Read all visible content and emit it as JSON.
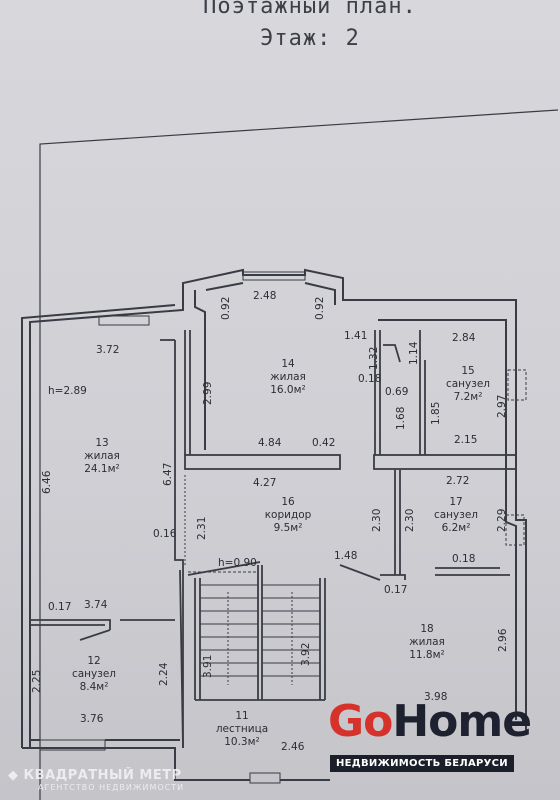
{
  "header": {
    "title": "Поэтажный план.",
    "floor": "Этаж: 2"
  },
  "rooms": [
    {
      "id": "14",
      "type": "жилая",
      "area": "16.0м²"
    },
    {
      "id": "15",
      "type": "санузел",
      "area": "7.2м²"
    },
    {
      "id": "13",
      "type": "жилая",
      "area": "24.1м²"
    },
    {
      "id": "16",
      "type": "коридор",
      "area": "9.5м²"
    },
    {
      "id": "17",
      "type": "санузел",
      "area": "6.2м²"
    },
    {
      "id": "18",
      "type": "жилая",
      "area": "11.8м²"
    },
    {
      "id": "12",
      "type": "санузел",
      "area": "8.4м²"
    },
    {
      "id": "11",
      "type": "лестница",
      "area": "10.3м²"
    }
  ],
  "dimensions": {
    "d_248": "2.48",
    "d_092a": "0.92",
    "d_092b": "0.92",
    "d_372": "3.72",
    "d_141": "1.41",
    "d_284": "2.84",
    "d_132": "1.32",
    "d_114": "1.14",
    "d_h289": "h=2.89",
    "d_299": "2.99",
    "d_018a": "0.18",
    "d_069": "0.69",
    "d_185": "1.85",
    "d_297": "2.97",
    "d_168": "1.68",
    "d_215": "2.15",
    "d_484": "4.84",
    "d_042": "0.42",
    "d_272": "2.72",
    "d_427": "4.27",
    "d_647": "6.47",
    "d_646": "6.46",
    "d_231": "2.31",
    "d_230a": "2.30",
    "d_230b": "2.30",
    "d_229": "2.29",
    "d_016": "0.16",
    "d_h090": "h=0.90",
    "d_148": "1.48",
    "d_018b": "0.18",
    "d_017a": "0.17",
    "d_017b": "0.17",
    "d_374": "3.74",
    "d_296": "2.96",
    "d_225": "2.25",
    "d_224": "2.24",
    "d_391": "3.91",
    "d_392": "3.92",
    "d_376": "3.76",
    "d_398": "3.98",
    "d_246": "2.46"
  },
  "watermarks": {
    "gohome_go": "Go",
    "gohome_home": "Home",
    "gohome_sub": "НЕДВИЖИМОСТЬ БЕЛАРУСИ",
    "kvadrat_name": "КВАДРАТНЫЙ МЕТР",
    "kvadrat_sub": "АГЕНТСТВО НЕДВИЖИМОСТИ",
    "colors": {
      "red": "#d7312b",
      "dark": "#1e2230"
    }
  }
}
